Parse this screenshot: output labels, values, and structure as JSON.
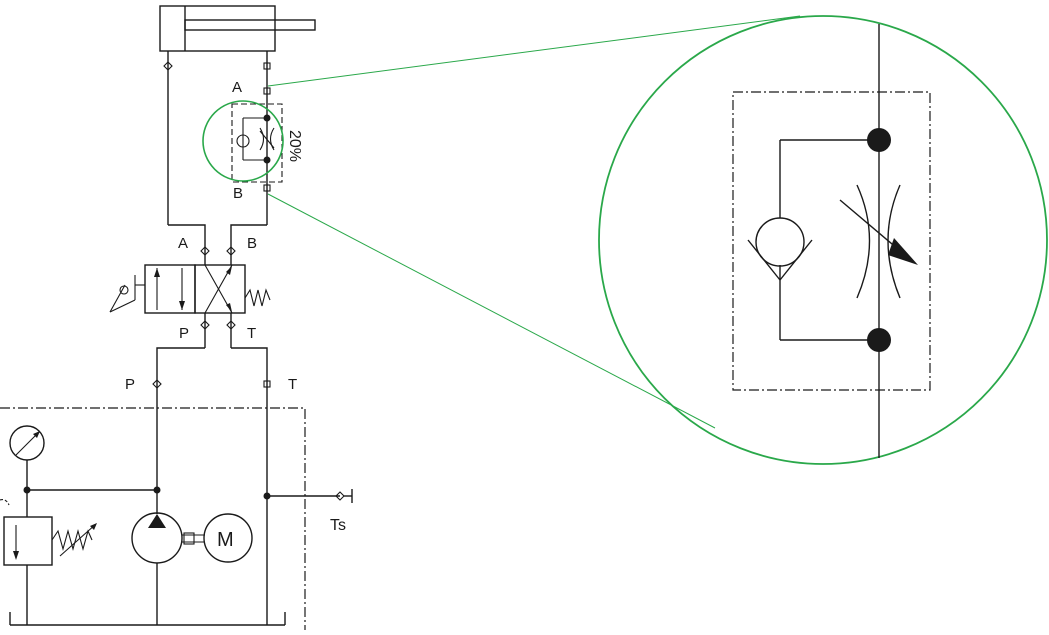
{
  "colors": {
    "line": "#1a1a1a",
    "accent": "#2aa84a",
    "background": "#ffffff"
  },
  "labels": {
    "cyl_port_a": "A",
    "cyl_port_b": "B",
    "valve_port_a": "A",
    "valve_port_b": "B",
    "valve_port_p": "P",
    "valve_port_t": "T",
    "supply_p": "P",
    "supply_t": "T",
    "drain": "Ts",
    "motor": "M",
    "throttle_setting": "20%"
  },
  "icons": {
    "cylinder": "double-acting-cylinder-icon",
    "valve": "4-2-directional-valve-icon",
    "throttle": "one-way-flow-control-valve-icon",
    "pump": "hydraulic-pump-icon",
    "motor": "electric-motor-icon",
    "gauge": "pressure-gauge-icon",
    "relief": "pressure-relief-valve-icon"
  }
}
